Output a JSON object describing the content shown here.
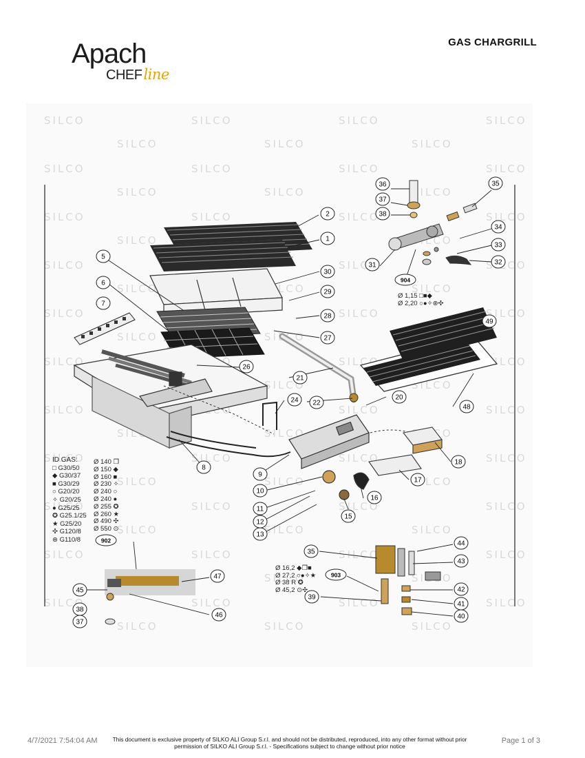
{
  "brand": {
    "name": "Apach",
    "sub": "CHEF",
    "line": "line"
  },
  "document": {
    "title": "GAS CHARGRILL"
  },
  "watermark": "SILCO",
  "callouts": [
    "36",
    "35",
    "37",
    "38",
    "2",
    "34",
    "1",
    "33",
    "31",
    "32",
    "904",
    "5",
    "30",
    "6",
    "29",
    "7",
    "28",
    "49",
    "27",
    "26",
    "21",
    "22",
    "20",
    "24",
    "48",
    "18",
    "8",
    "9",
    "17",
    "10",
    "16",
    "11",
    "15",
    "12",
    "13",
    "902",
    "44",
    "35",
    "43",
    "903",
    "47",
    "42",
    "45",
    "39",
    "41",
    "46",
    "38",
    "40",
    "37"
  ],
  "gas_legend": {
    "header": "ID GAS:",
    "items": [
      "G30/50",
      "G30/37",
      "G30/29",
      "G20/20",
      "G20/25",
      "G25/25",
      "G25.1/25",
      "G25/20",
      "G120/8",
      "G110/8"
    ],
    "symbols": [
      "□",
      "◆",
      "■",
      "○",
      "✧",
      "●",
      "✪",
      "★",
      "✣",
      "⊛"
    ]
  },
  "diameter_legend": [
    "Ø 140 ❐",
    "Ø 150 ◆",
    "Ø 160 ■",
    "Ø 230 ✧",
    "Ø 240 ○",
    "Ø 240 ●",
    "Ø 255 ✪",
    "Ø 260 ★",
    "Ø 490 ✣",
    "Ø 550 ⊙"
  ],
  "injector_legend": [
    "Ø 1,15 □■◆",
    "Ø 2,20 ○●✧⊛✣"
  ],
  "injector2_legend": [
    "Ø 16,2 ◆❐■",
    "Ø 27,2 ○●✧★",
    "Ø 38 R ✪",
    "Ø 45,2 ⊙✣"
  ],
  "footer": {
    "date": "4/7/2021 7:54:04 AM",
    "note": "This document is exclusive property of SILKO ALI Group S.r.l. and should not be distributed, reproduced, into any other format without prior permission of SILKO ALI Group S.r.l. - Specifications subject to change without prior notice",
    "page": "Page 1 of 3"
  },
  "colors": {
    "accent_line": "#e9a300",
    "watermark": "#d9d9d9"
  }
}
